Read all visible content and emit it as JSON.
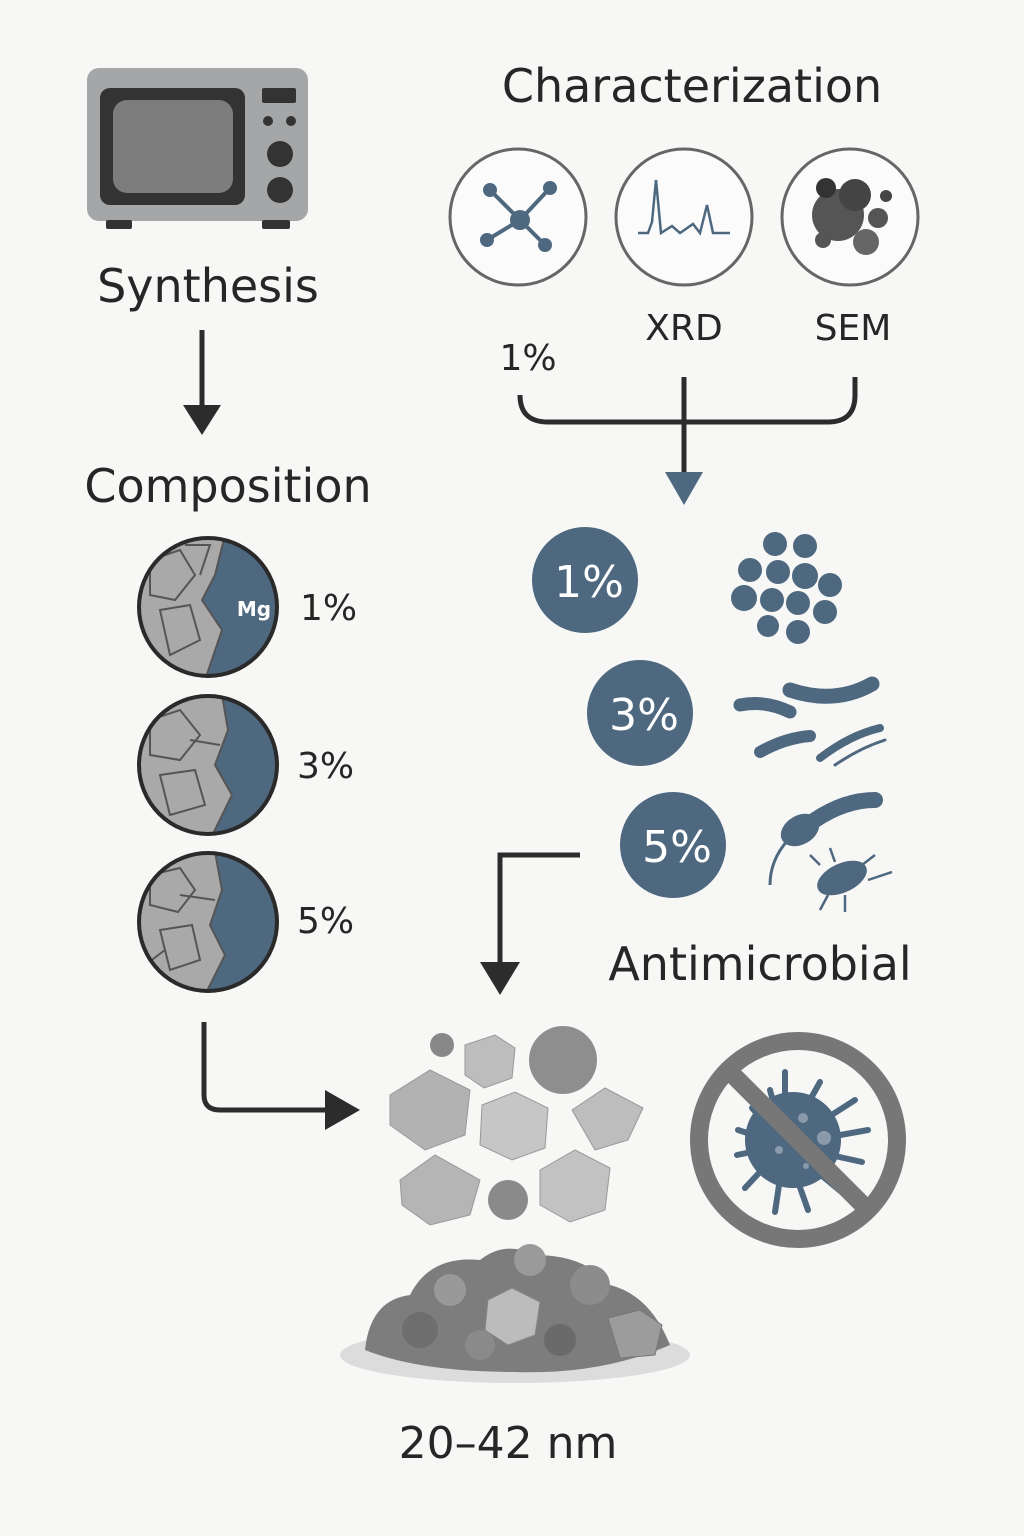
{
  "synthesis": {
    "title": "Synthesis",
    "icon": "microwave-icon"
  },
  "composition": {
    "title": "Composition",
    "element_label": "Mg",
    "levels": [
      "1%",
      "3%",
      "5%"
    ]
  },
  "characterization": {
    "title": "Characterization",
    "methods": [
      "1%",
      "XRD",
      "SEM"
    ]
  },
  "antimicrobial": {
    "title": "Antimicrobial",
    "levels": [
      "1%",
      "3%",
      "5%"
    ]
  },
  "result": {
    "size_range": "20–42 nm"
  },
  "colors": {
    "accent_blue": "#4e6880",
    "gray": "#7a7a7a",
    "text": "#262626",
    "background": "#f7f7f6"
  }
}
